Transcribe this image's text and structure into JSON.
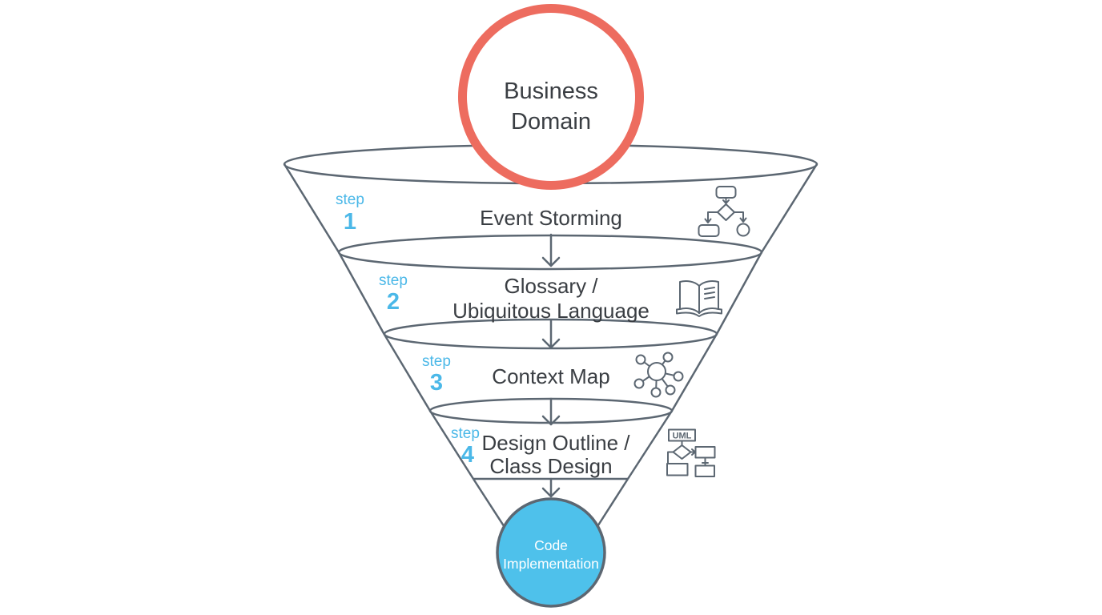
{
  "diagram": {
    "top_circle": {
      "line1": "Business",
      "line2": "Domain"
    },
    "bottom_circle": {
      "line1": "Code",
      "line2": "Implementation"
    },
    "steps": [
      {
        "word": "step",
        "number": "1",
        "line1": "Event Storming",
        "line2": "",
        "icon": "flowchart-icon"
      },
      {
        "word": "step",
        "number": "2",
        "line1": "Glossary /",
        "line2": "Ubiquitous Language",
        "icon": "open-book-icon"
      },
      {
        "word": "step",
        "number": "3",
        "line1": "Context Map",
        "line2": "",
        "icon": "network-nodes-icon"
      },
      {
        "word": "step",
        "number": "4",
        "line1": "Design Outline /",
        "line2": "Class Design",
        "icon": "uml-diagram-icon"
      }
    ],
    "uml_label": "UML",
    "colors": {
      "outline_gray": "#5C6772",
      "coral_ring": "#ED6C5F",
      "bottom_circle_blue": "#4EC1EB",
      "step_blue": "#4BB8E8",
      "text_dark": "#3A3E43",
      "background": "#FFFFFF"
    }
  }
}
